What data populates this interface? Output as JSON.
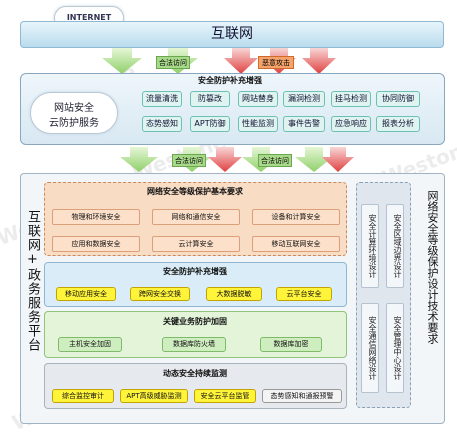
{
  "internet": {
    "label": "INTERNET",
    "title": "互联网"
  },
  "flows": {
    "legal_access": "合法访问",
    "malicious_attack": "恶意攻击"
  },
  "security_top": {
    "title": "安全防护补充增强",
    "cloud_label": "网站安全\n云防护服务",
    "row1": [
      "流量清洗",
      "防篡改",
      "网站替身",
      "漏洞检测",
      "挂马检测",
      "协同防御"
    ],
    "row2": [
      "态势感知",
      "APT防御",
      "性能监测",
      "事件告警",
      "应急响应",
      "报表分析"
    ]
  },
  "platform": {
    "side_title": "互联网+政务服务平台",
    "right_title": "网络安全等级保护设计技术要求",
    "basic": {
      "title": "网络安全等级保护基本要求",
      "row1": [
        "物理和环境安全",
        "网络和通信安全",
        "设备和计算安全"
      ],
      "row2": [
        "应用和数据安全",
        "云计算安全",
        "移动互联网安全"
      ]
    },
    "enhance": {
      "title": "安全防护补充增强",
      "items": [
        "移动应用安全",
        "跨网安全交换",
        "大数据脱敏",
        "云平台安全"
      ]
    },
    "key": {
      "title": "关键业务防护加固",
      "items": [
        "主机安全加固",
        "数据库防火墙",
        "数据库加密"
      ]
    },
    "dynamic": {
      "title": "动态安全持续监测",
      "items": [
        "综合监控审计",
        "APT高级威胁监测",
        "安全云平台监管",
        "态势感知和通报预警"
      ]
    },
    "design": [
      "安全计算环境设计",
      "安全区域边界设计",
      "安全通信网络设计",
      "安全管理中心设计"
    ]
  },
  "watermark": "Westone"
}
